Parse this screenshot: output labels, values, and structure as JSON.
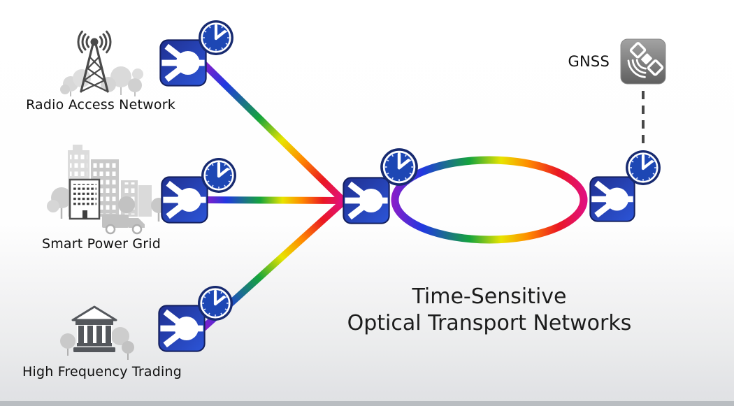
{
  "title": {
    "line1": "Time-Sensitive",
    "line2": "Optical Transport Networks"
  },
  "labels": {
    "radio_access_network": "Radio Access Network",
    "smart_power_grid": "Smart Power Grid",
    "high_frequency_trading": "High Frequency Trading",
    "gnss": "GNSS"
  },
  "sites": [
    {
      "label": "Radio Access Network",
      "icon": "cell-tower-icon"
    },
    {
      "label": "Smart Power Grid",
      "icon": "city-buildings-icon"
    },
    {
      "label": "High Frequency Trading",
      "icon": "bank-building-icon"
    }
  ],
  "icons": {
    "network_node": "network-node-icon",
    "clock": "sync-clock-icon",
    "cell_tower": "cell-tower-icon",
    "city_buildings": "city-buildings-icon",
    "bank_building": "bank-building-icon",
    "gnss_satellite": "gnss-satellite-icon"
  },
  "colors": {
    "node_blue_dark": "#203090",
    "node_blue_light": "#2c55d8",
    "node_border": "#131f5e",
    "clock_ring_navy": "#172a70",
    "clock_face_blue": "#1d47b4",
    "gnss_grey_top": "#a3a3a3",
    "gnss_grey_bottom": "#5f5f5f",
    "dashed_link_grey": "#474747",
    "title_text": "#1c1c1c",
    "label_text": "#101010",
    "spectrum_gradient": [
      "#8e1cc8",
      "#2038e0",
      "#16a43c",
      "#e8e400",
      "#ff8a00",
      "#ea1822",
      "#e00f86"
    ]
  }
}
